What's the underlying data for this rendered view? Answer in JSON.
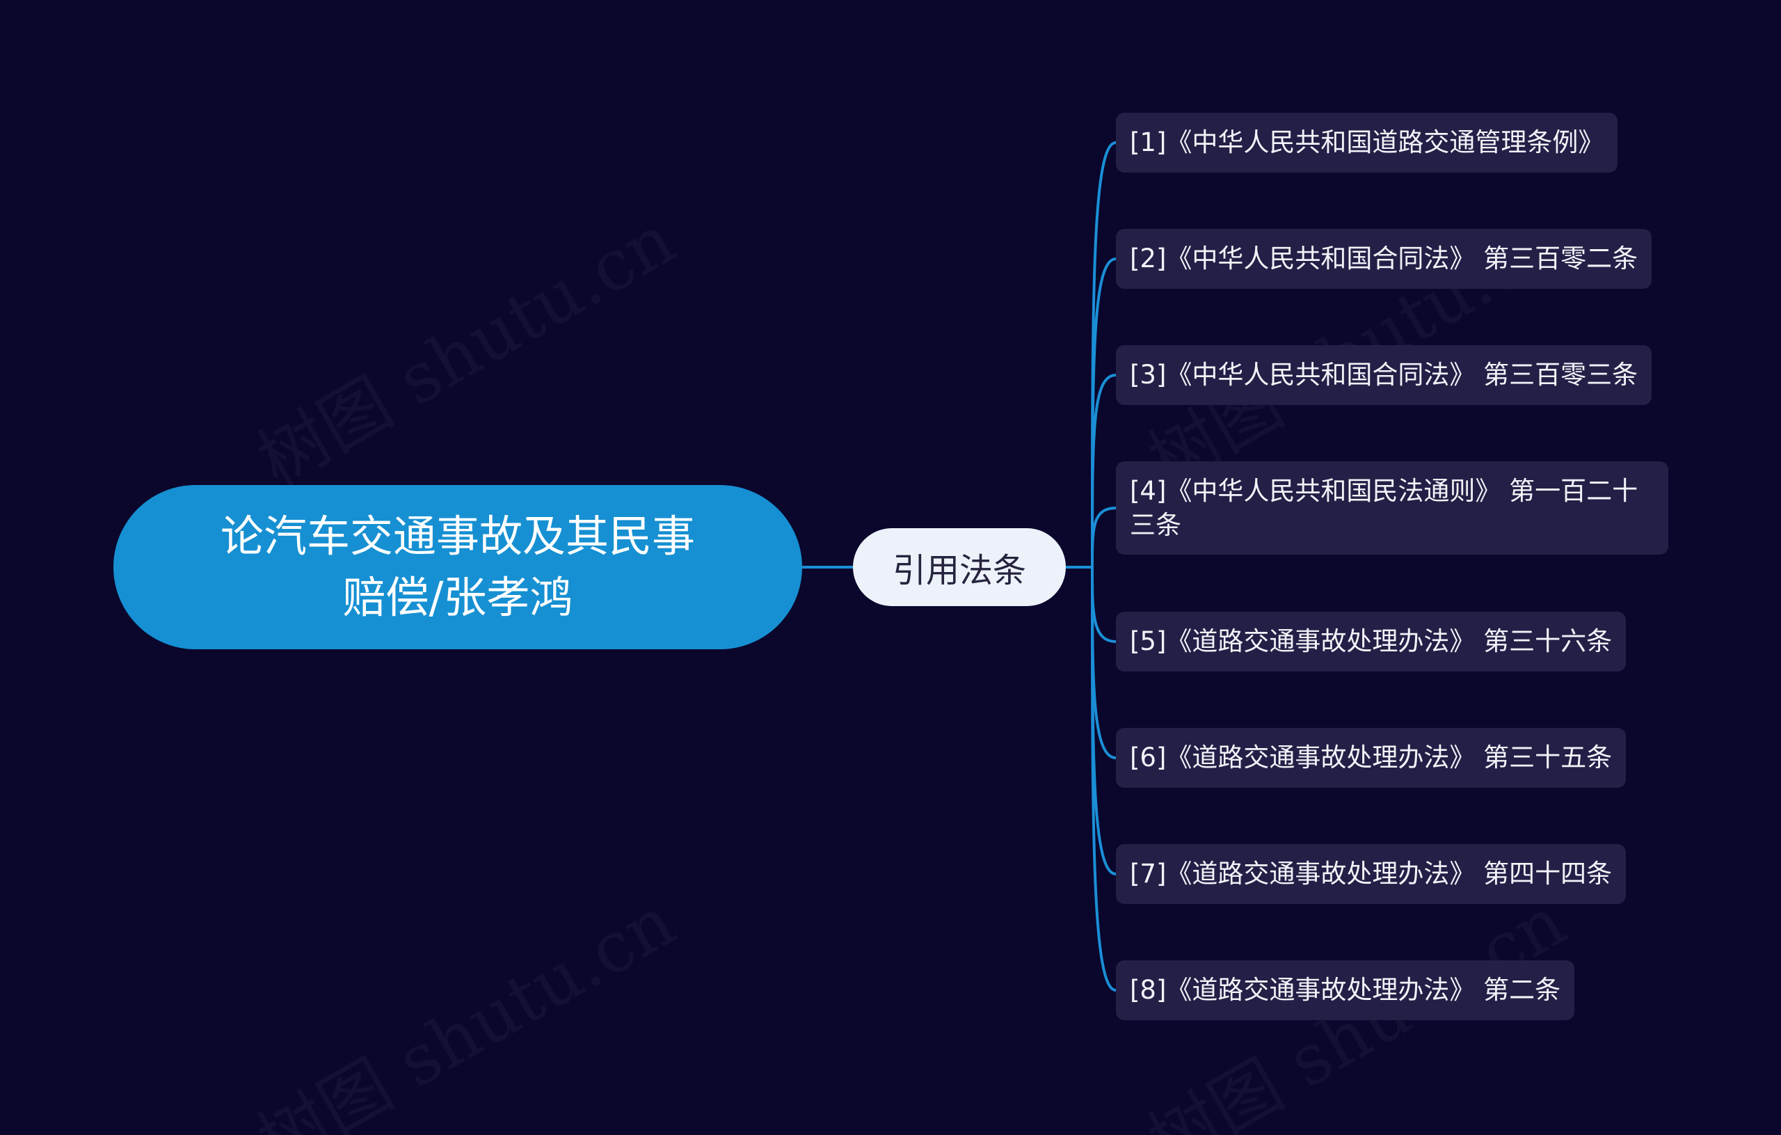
{
  "watermark_text": "树图 shutu.cn",
  "root": {
    "label": "论汽车交通事故及其民事赔偿/张孝鸿"
  },
  "branch": {
    "label": "引用法条"
  },
  "leaves": [
    {
      "label": "[1]《中华人民共和国道路交通管理条例》"
    },
    {
      "label": "[2]《中华人民共和国合同法》 第三百零二条"
    },
    {
      "label": "[3]《中华人民共和国合同法》 第三百零三条"
    },
    {
      "label": "[4]《中华人民共和国民法通则》 第一百二十三条"
    },
    {
      "label": "[5]《道路交通事故处理办法》 第三十六条"
    },
    {
      "label": "[6]《道路交通事故处理办法》 第三十五条"
    },
    {
      "label": "[7]《道路交通事故处理办法》 第四十四条"
    },
    {
      "label": "[8]《道路交通事故处理办法》 第二条"
    }
  ],
  "colors": {
    "background": "#0a062c",
    "root_fill": "#1690d2",
    "branch_fill": "#edf2fa",
    "leaf_fill": "#231f46",
    "connector": "#1b8fd6"
  }
}
